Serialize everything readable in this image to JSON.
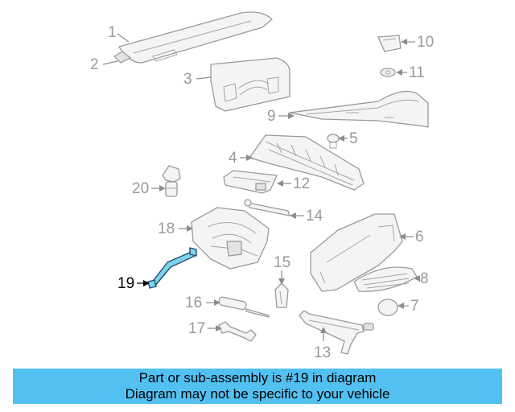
{
  "callouts": {
    "c1": "1",
    "c2": "2",
    "c3": "3",
    "c4": "4",
    "c5": "5",
    "c6": "6",
    "c7": "7",
    "c8": "8",
    "c9": "9",
    "c10": "10",
    "c11": "11",
    "c12": "12",
    "c13": "13",
    "c14": "14",
    "c15": "15",
    "c16": "16",
    "c17": "17",
    "c18": "18",
    "c19": "19",
    "c20": "20"
  },
  "highlighted_part": "19",
  "colors": {
    "banner": "#52c1f2",
    "highlight": "#7dd3ee",
    "part_stroke": "#9a9a9a"
  },
  "banner": {
    "line1": "Part or sub-assembly is #19 in diagram",
    "line2": "Diagram may not be specific to your vehicle"
  }
}
